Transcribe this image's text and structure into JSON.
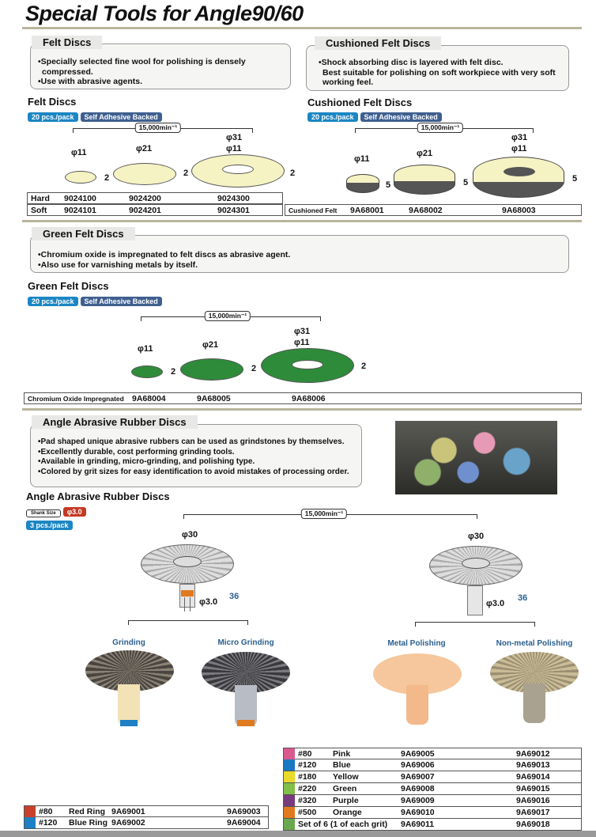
{
  "title": "Special Tools for Angle90/60",
  "felt": {
    "tab": "Felt Discs",
    "desc": [
      "•Specially selected fine wool for polishing is densely",
      "compressed.",
      "•Use with abrasive agents."
    ],
    "heading": "Felt Discs",
    "badges": [
      "20 pcs./pack",
      "Self Adhesive Backed"
    ],
    "speed": "15,000min⁻¹",
    "dims": [
      "φ11",
      "φ21",
      "φ31",
      "φ11",
      "2",
      "2",
      "2"
    ],
    "rows": [
      {
        "label": "Hard",
        "codes": [
          "9024100",
          "9024200",
          "9024300"
        ]
      },
      {
        "label": "Soft",
        "codes": [
          "9024101",
          "9024201",
          "9024301"
        ]
      }
    ]
  },
  "cushioned": {
    "tab": "Cushioned Felt Discs",
    "desc": [
      "•Shock absorbing disc is layered with felt disc.",
      "Best suitable for polishing on soft workpiece with very soft",
      "working feel."
    ],
    "heading": "Cushioned Felt Discs",
    "badges": [
      "20 pcs./pack",
      "Self Adhesive Backed"
    ],
    "speed": "15,000min⁻¹",
    "dims": [
      "φ11",
      "φ21",
      "φ31",
      "φ11",
      "5",
      "5",
      "5"
    ],
    "row": {
      "label": "Cushioned Felt",
      "codes": [
        "9A68001",
        "9A68002",
        "9A68003"
      ]
    }
  },
  "green": {
    "tab": "Green Felt Discs",
    "desc": [
      "•Chromium oxide is impregnated to felt discs as abrasive agent.",
      "•Also use for varnishing metals by itself."
    ],
    "heading": "Green Felt Discs",
    "badges": [
      "20 pcs./pack",
      "Self Adhesive Backed"
    ],
    "speed": "15,000min⁻¹",
    "dims": [
      "φ11",
      "φ21",
      "φ31",
      "φ11",
      "2",
      "2",
      "2"
    ],
    "row": {
      "label": "Chromium Oxide Impregnated",
      "codes": [
        "9A68004",
        "9A68005",
        "9A68006"
      ]
    }
  },
  "rubber": {
    "tab": "Angle Abrasive Rubber Discs",
    "desc": [
      "•Pad shaped unique abrasive rubbers can be used as grindstones by themselves.",
      "•Excellently durable, cost performing grinding tools.",
      "•Available in grinding, micro-grinding, and polishing type.",
      "•Colored by grit sizes for easy identification to avoid mistakes of processing order."
    ],
    "heading": "Angle Abrasive Rubber Discs",
    "shank_label": "Shank Size",
    "shank": "φ3.0",
    "pack": "3 pcs./pack",
    "speed": "15,000min⁻¹",
    "dia": "φ30",
    "shaft": "φ3.0",
    "length": "36",
    "types": [
      "Grinding",
      "Micro Grinding",
      "Metal Polishing",
      "Non-metal Polishing"
    ],
    "grind_table": [
      {
        "color": "#c8402a",
        "grit": "#80",
        "name": "Red Ring",
        "codes": [
          "9A69001",
          "9A69003"
        ]
      },
      {
        "color": "#1d7fc4",
        "grit": "#120",
        "name": "Blue Ring",
        "codes": [
          "9A69002",
          "9A69004"
        ]
      }
    ],
    "polish_table": [
      {
        "color": "#d9588e",
        "grit": "#80",
        "name": "Pink",
        "codes": [
          "9A69005",
          "9A69012"
        ]
      },
      {
        "color": "#1a78c2",
        "grit": "#120",
        "name": "Blue",
        "codes": [
          "9A69006",
          "9A69013"
        ]
      },
      {
        "color": "#e8d92a",
        "grit": "#180",
        "name": "Yellow",
        "codes": [
          "9A69007",
          "9A69014"
        ]
      },
      {
        "color": "#7fbf4a",
        "grit": "#220",
        "name": "Green",
        "codes": [
          "9A69008",
          "9A69015"
        ]
      },
      {
        "color": "#7a3a7e",
        "grit": "#320",
        "name": "Purple",
        "codes": [
          "9A69009",
          "9A69016"
        ]
      },
      {
        "color": "#e07a1e",
        "grit": "#500",
        "name": "Orange",
        "codes": [
          "9A69010",
          "9A69017"
        ]
      },
      {
        "color": "#6aa84f",
        "grit": "Set of 6 (1 of each grit)",
        "name": "",
        "codes": [
          "9A69011",
          "9A69018"
        ]
      }
    ]
  }
}
